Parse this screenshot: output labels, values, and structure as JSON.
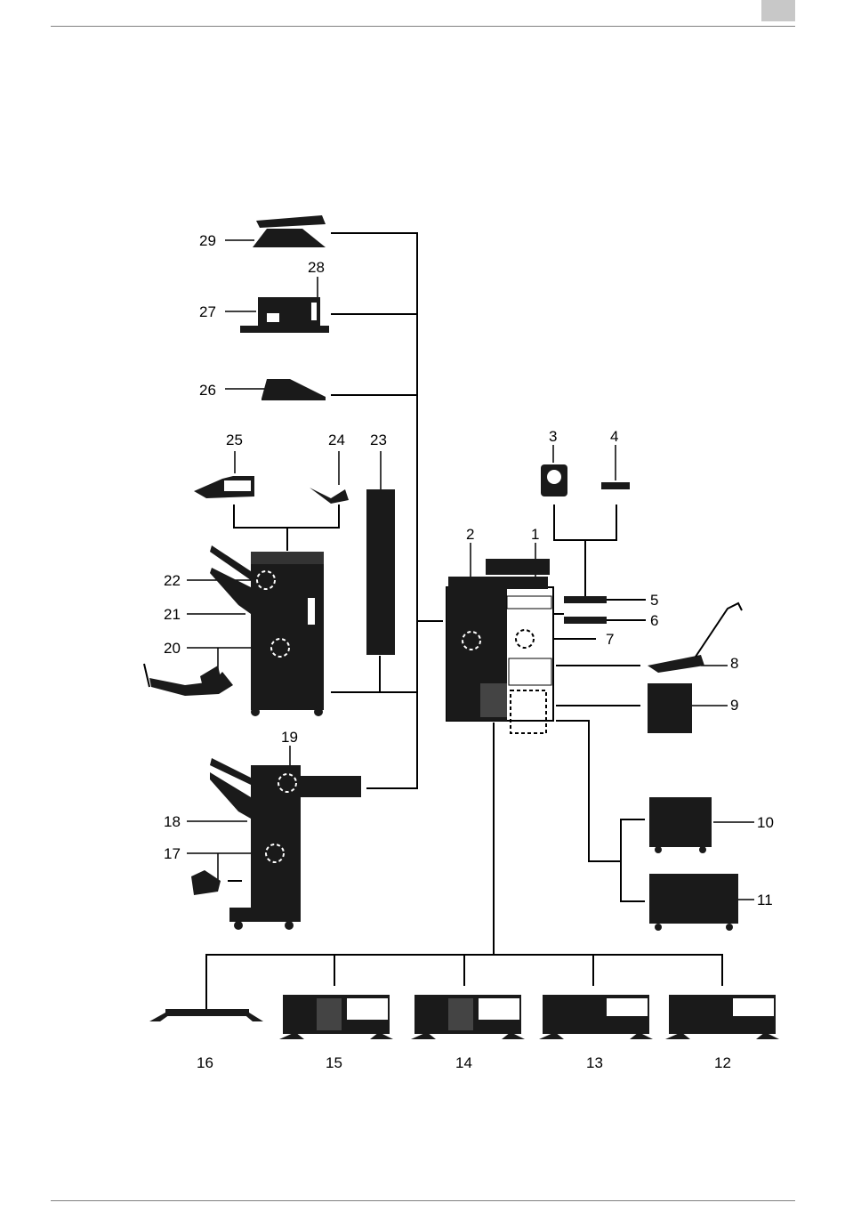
{
  "header": {
    "tab_color": "#c8c8c8",
    "rule_color": "#808080"
  },
  "diagram": {
    "labels": {
      "1": "1",
      "2": "2",
      "3": "3",
      "4": "4",
      "5": "5",
      "6": "6",
      "7": "7",
      "8": "8",
      "9": "9",
      "10": "10",
      "11": "11",
      "12": "12",
      "13": "13",
      "14": "14",
      "15": "15",
      "16": "16",
      "17": "17",
      "18": "18",
      "19": "19",
      "20": "20",
      "21": "21",
      "22": "22",
      "23": "23",
      "24": "24",
      "25": "25",
      "26": "26",
      "27": "27",
      "28": "28",
      "29": "29"
    },
    "ink_color": "#000000",
    "device_color": "#1a1a1a"
  }
}
